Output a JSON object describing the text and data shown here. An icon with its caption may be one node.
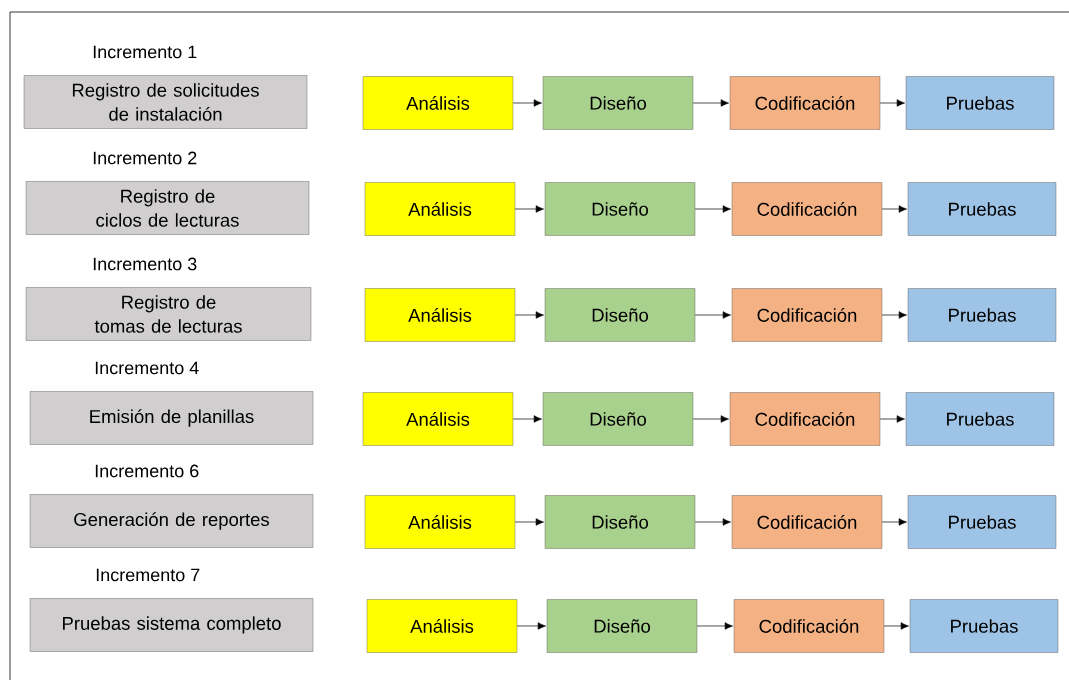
{
  "diagram": {
    "nodes": [
      {
        "text": [
          "Incremento 1",
          "Registro de solicitudes de instalación"
        ]
      },
      {
        "text": [
          "Análisis"
        ]
      },
      {
        "text": [
          "Diseño"
        ]
      },
      {
        "text": [
          "Codificación"
        ]
      },
      {
        "text": [
          "Pruebas"
        ]
      },
      {
        "text": [
          "Incremento 2",
          "Registro de ciclos de lecturas"
        ]
      },
      {
        "text": [
          "Análisis"
        ]
      },
      {
        "text": [
          "Diseño"
        ]
      },
      {
        "text": [
          "Codificación"
        ]
      },
      {
        "text": [
          "Pruebas"
        ]
      },
      {
        "text": [
          "Incremento 3",
          "Registro de tomas de lecturas"
        ]
      },
      {
        "text": [
          "Análisis"
        ]
      },
      {
        "text": [
          "Diseño"
        ]
      },
      {
        "text": [
          "Codificación"
        ]
      },
      {
        "text": [
          "Pruebas"
        ]
      },
      {
        "text": [
          "Incremento 4",
          "Emisión de planillas"
        ]
      },
      {
        "text": [
          "Análisis"
        ]
      },
      {
        "text": [
          "Diseño"
        ]
      },
      {
        "text": [
          "Codificación"
        ]
      },
      {
        "text": [
          "Pruebas"
        ]
      },
      {
        "text": [
          "Incremento 6",
          "Generación de reportes"
        ]
      },
      {
        "text": [
          "Análisis"
        ]
      },
      {
        "text": [
          "Diseño"
        ]
      },
      {
        "text": [
          "Codificación"
        ]
      },
      {
        "text": [
          "Pruebas"
        ]
      },
      {
        "text": [
          "Incremento 7",
          "Pruebas sistema completo"
        ]
      },
      {
        "text": [
          "Análisis"
        ]
      },
      {
        "text": [
          "Diseño"
        ]
      },
      {
        "text": [
          "Codificación"
        ]
      },
      {
        "text": [
          "Pruebas"
        ]
      }
    ],
    "edges": [
      {
        "from": 1,
        "to": 2,
        "arrow": "to"
      },
      {
        "from": 2,
        "to": 3,
        "arrow": "to"
      },
      {
        "from": 3,
        "to": 4,
        "arrow": "to"
      },
      {
        "from": 6,
        "to": 7,
        "arrow": "to"
      },
      {
        "from": 7,
        "to": 8,
        "arrow": "to"
      },
      {
        "from": 8,
        "to": 9,
        "arrow": "to"
      },
      {
        "from": 11,
        "to": 12,
        "arrow": "to"
      },
      {
        "from": 12,
        "to": 13,
        "arrow": "to"
      },
      {
        "from": 13,
        "to": 14,
        "arrow": "to"
      },
      {
        "from": 16,
        "to": 17,
        "arrow": "to"
      },
      {
        "from": 17,
        "to": 18,
        "arrow": "to"
      },
      {
        "from": 18,
        "to": 19,
        "arrow": "to"
      },
      {
        "from": 21,
        "to": 22,
        "arrow": "to"
      },
      {
        "from": 22,
        "to": 23,
        "arrow": "to"
      },
      {
        "from": 23,
        "to": 24,
        "arrow": "to"
      },
      {
        "from": 26,
        "to": 27,
        "arrow": "to"
      },
      {
        "from": 27,
        "to": 28,
        "arrow": "to"
      },
      {
        "from": 28,
        "to": 29,
        "arrow": "to"
      }
    ]
  }
}
